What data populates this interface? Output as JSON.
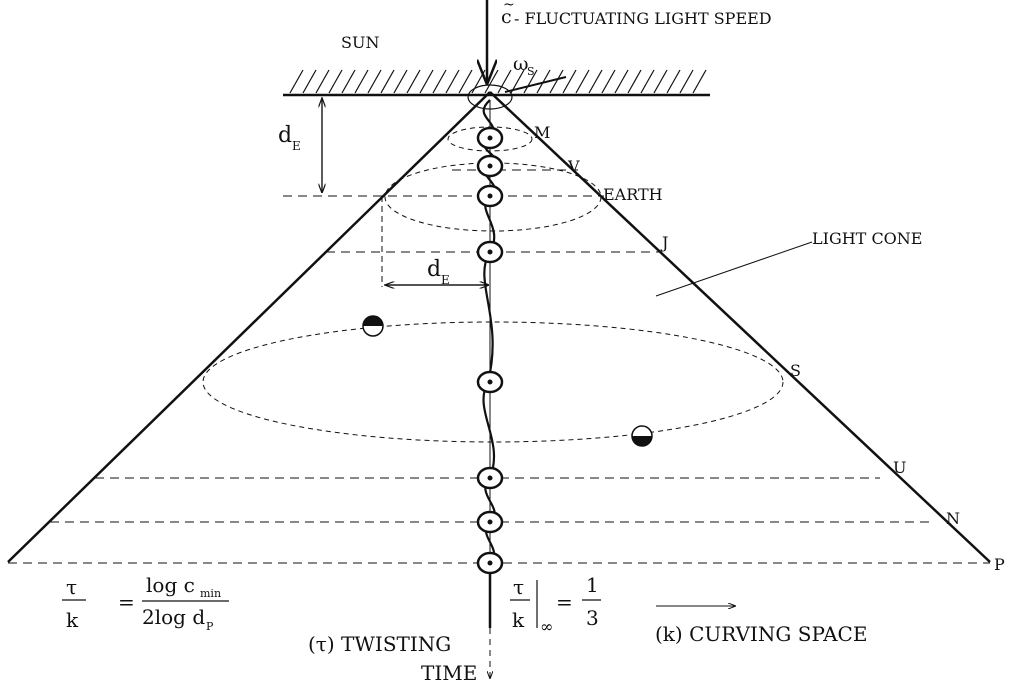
{
  "labels": {
    "sun": "SUN",
    "c_symbol": "c",
    "fluctuating": "- FLUCTUATING LIGHT SPEED",
    "omega": "ω",
    "omega_sub": "S",
    "d": "d",
    "d_sub": "E",
    "light_cone": "LIGHT CONE",
    "earth": "EARTH",
    "twisting": "(τ) TWISTING",
    "time": "TIME",
    "curving_space": "(k) CURVING SPACE"
  },
  "planets": [
    "M",
    "V",
    "EARTH",
    "J",
    "S",
    "U",
    "N",
    "P"
  ],
  "formula_left": {
    "tau": "τ",
    "k": "k",
    "equals": "=",
    "log_c": "log c",
    "log_c_sub": "min",
    "two_log_d": "2log d",
    "two_log_d_sub": "P"
  },
  "formula_right": {
    "tau": "τ",
    "k": "k",
    "inf": "∞",
    "equals": "=",
    "num": "1",
    "den": "3"
  }
}
